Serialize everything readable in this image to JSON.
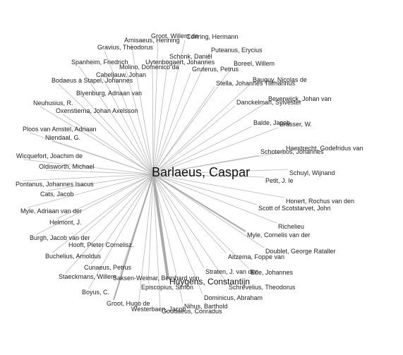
{
  "center": "Barlaeus, Caspar",
  "colors": {
    "edge": "#b8b8b8",
    "strong_edge": "#aaaaaa",
    "text": "#222222"
  },
  "nodes": [
    {
      "label": "Groot, Willem de",
      "weight": 1
    },
    {
      "label": "Arnisaeus, Henning",
      "weight": 1
    },
    {
      "label": "Conring, Hermann",
      "weight": 1
    },
    {
      "label": "Gravius, Theodorus",
      "weight": 1
    },
    {
      "label": "Puteanus, Erycius",
      "weight": 1
    },
    {
      "label": "Schonk, Daniël",
      "weight": 1
    },
    {
      "label": "Spanheim, Friedrich",
      "weight": 1
    },
    {
      "label": "Uytenbogaert, Johannes",
      "weight": 1
    },
    {
      "label": "Boreel, Willem",
      "weight": 1
    },
    {
      "label": "Molino, Domenico da",
      "weight": 1
    },
    {
      "label": "Gruterus, Petrus",
      "weight": 1
    },
    {
      "label": "Cabeljauw, Johan",
      "weight": 1
    },
    {
      "label": "Bodaeus à Stapel, Johannes",
      "weight": 1
    },
    {
      "label": "Bauguy, Nicolas de",
      "weight": 1
    },
    {
      "label": "Stella, Johannes Tillmannus",
      "weight": 1
    },
    {
      "label": "Blyenburg, Adriaan van",
      "weight": 1
    },
    {
      "label": "Beverwijck, Johan van",
      "weight": 1
    },
    {
      "label": "Neuhusius, R.",
      "weight": 1
    },
    {
      "label": "Danckelman, Sylvester",
      "weight": 1
    },
    {
      "label": "Oxenstierna, Johan Axelsson",
      "weight": 1
    },
    {
      "label": "Balde, Jacob",
      "weight": 1
    },
    {
      "label": "Brasser, W.",
      "weight": 1
    },
    {
      "label": "Ploos van Amstel, Adriaan",
      "weight": 1
    },
    {
      "label": "Niendaal, G.",
      "weight": 1
    },
    {
      "label": "Haestrecht, Godefridus van",
      "weight": 1
    },
    {
      "label": "Schoterbos, Johannes",
      "weight": 1
    },
    {
      "label": "Wicquefort, Joachim de",
      "weight": 1
    },
    {
      "label": "Oldisworth, Michael",
      "weight": 1
    },
    {
      "label": "Schuyl, Wijnand",
      "weight": 1
    },
    {
      "label": "Pontanus, Johannes Isacus",
      "weight": 1
    },
    {
      "label": "Petit, J. le",
      "weight": 1
    },
    {
      "label": "Cats, Jacob",
      "weight": 1
    },
    {
      "label": "Honert, Rochus van den",
      "weight": 1
    },
    {
      "label": "Myle, Adriaan van der",
      "weight": 1
    },
    {
      "label": "Scott of Scotstarvet, John",
      "weight": 1
    },
    {
      "label": "Helmont, J.",
      "weight": 1
    },
    {
      "label": "Richelieu",
      "weight": 1
    },
    {
      "label": "Burgh, Jacob van der",
      "weight": 1
    },
    {
      "label": "Myle, Cornelis van der",
      "weight": 2
    },
    {
      "label": "Hooft, Pieter Cornelisz.",
      "weight": 1
    },
    {
      "label": "Buchelius, Arnoldus",
      "weight": 1
    },
    {
      "label": "Doublet, George Rataller",
      "weight": 1
    },
    {
      "label": "Aitzema, Foppe van",
      "weight": 1
    },
    {
      "label": "Cunaeus, Petrus",
      "weight": 1
    },
    {
      "label": "Straten, J. van der",
      "weight": 1
    },
    {
      "label": "Ede, Johannes",
      "weight": 1
    },
    {
      "label": "Staeckmans, Willem",
      "weight": 1
    },
    {
      "label": "Saksen-Weimar, Bernhard von",
      "weight": 1
    },
    {
      "label": "Huygens, Constantijn",
      "weight": 3
    },
    {
      "label": "Schrevelius, Theodorus",
      "weight": 1
    },
    {
      "label": "Episcopius, Simon",
      "weight": 1
    },
    {
      "label": "Boyus, C.",
      "weight": 1
    },
    {
      "label": "Dominicus, Abraham",
      "weight": 1
    },
    {
      "label": "Groot, Hugo de",
      "weight": 2
    },
    {
      "label": "Nihus, Barthold",
      "weight": 1
    },
    {
      "label": "Westerbaen, Jacob",
      "weight": 1
    },
    {
      "label": "Goudaeus, Conradus",
      "weight": 1
    }
  ]
}
